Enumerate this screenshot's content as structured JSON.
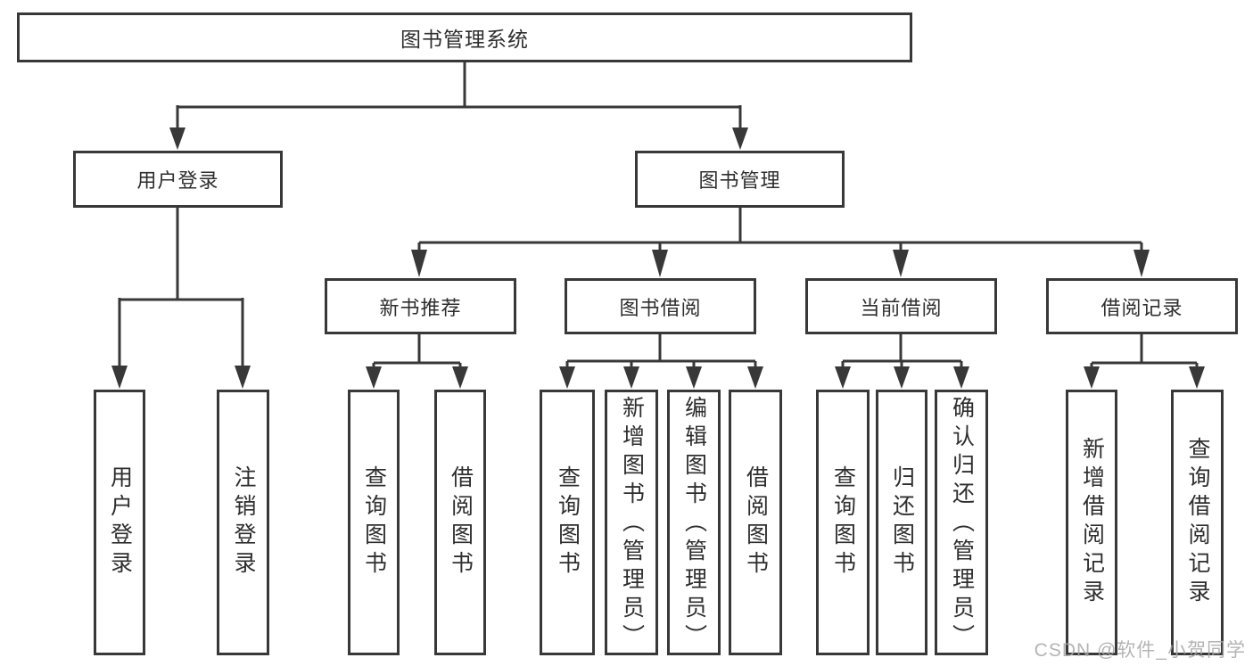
{
  "diagram": {
    "type": "hierarchy-tree",
    "title": "图书管理系统"
  },
  "tree": {
    "root": {
      "label": "图书管理系统",
      "children": [
        {
          "label": "用户登录",
          "children": [
            {
              "label": "用户登录"
            },
            {
              "label": "注销登录"
            }
          ]
        },
        {
          "label": "图书管理",
          "children": [
            {
              "label": "新书推荐",
              "children": [
                {
                  "label": "查询图书"
                },
                {
                  "label": "借阅图书"
                }
              ]
            },
            {
              "label": "图书借阅",
              "children": [
                {
                  "label": "查询图书"
                },
                {
                  "label": "新增图书（管理员）"
                },
                {
                  "label": "编辑图书（管理员）"
                },
                {
                  "label": "借阅图书"
                }
              ]
            },
            {
              "label": "当前借阅",
              "children": [
                {
                  "label": "查询图书"
                },
                {
                  "label": "归还图书"
                },
                {
                  "label": "确认归还（管理员）"
                }
              ]
            },
            {
              "label": "借阅记录",
              "children": [
                {
                  "label": "新增借阅记录"
                },
                {
                  "label": "查询借阅记录"
                }
              ]
            }
          ]
        }
      ]
    }
  },
  "watermark": {
    "text": "CSDN @软件_小贺同学"
  },
  "colors": {
    "line": "#383838",
    "box_border": "#383838",
    "text": "#2e2e2e",
    "background": "#ffffff",
    "watermark": "#a8a8a8"
  }
}
